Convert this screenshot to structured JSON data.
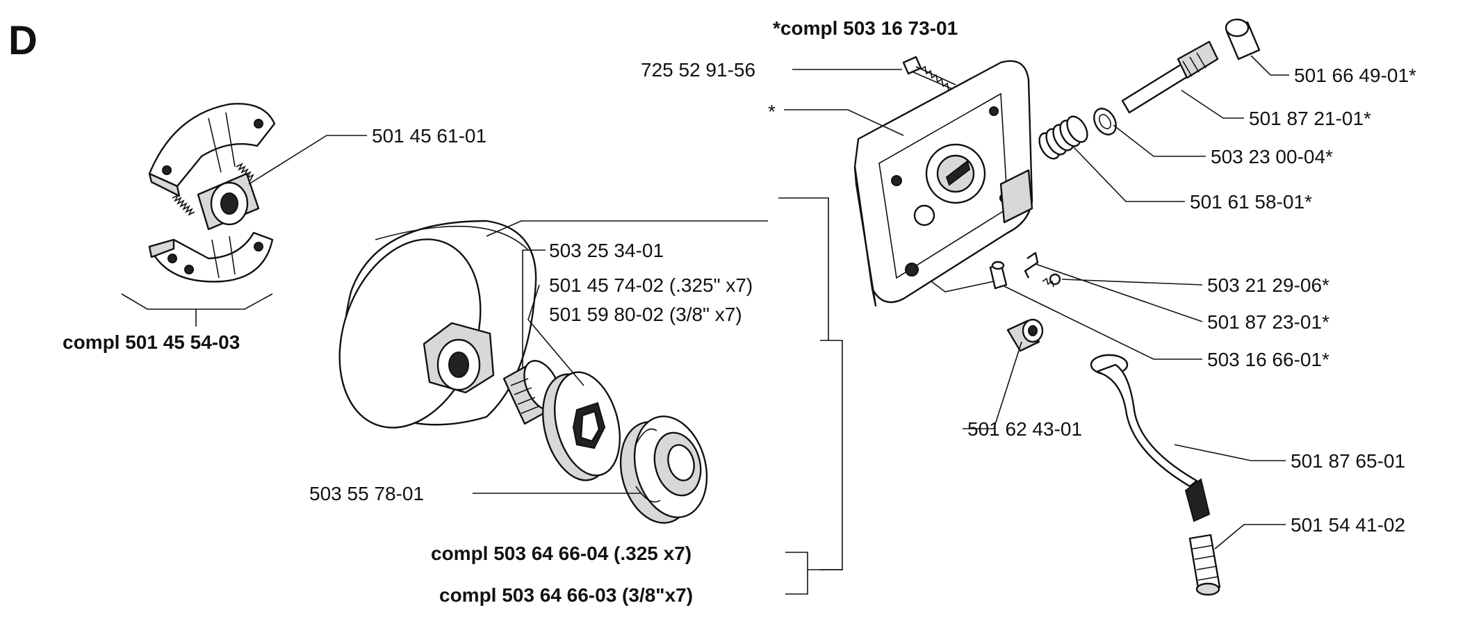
{
  "section_letter": "D",
  "labels": {
    "compl_503_16_73_01": "*compl 503 16 73-01",
    "p725_52_91_56": "725 52 91-56",
    "asterisk": "*",
    "p501_66_49_01": "501 66 49-01*",
    "p501_87_21_01": "501 87 21-01*",
    "p503_23_00_04": "503 23 00-04*",
    "p501_61_58_01": "501 61 58-01*",
    "p503_21_29_06": "503 21 29-06*",
    "p501_87_23_01": "501 87 23-01*",
    "p503_16_66_01": "503 16 66-01*",
    "p501_62_43_01": "501 62 43-01",
    "p501_87_65_01": "501 87 65-01",
    "p501_54_41_02": "501 54 41-02",
    "p501_45_61_01": "501 45 61-01",
    "compl_501_45_54_03": "compl 501 45 54-03",
    "p503_25_34_01": "503 25 34-01",
    "p501_45_74_02": "501 45 74-02 (.325\" x7)",
    "p501_59_80_02": "501 59 80-02 (3/8\" x7)",
    "p503_55_78_01": "503 55 78-01",
    "compl_503_64_66_04": "compl 503 64 66-04 (.325 x7)",
    "compl_503_64_66_03": "compl 503 64 66-03 (3/8\"x7)"
  }
}
